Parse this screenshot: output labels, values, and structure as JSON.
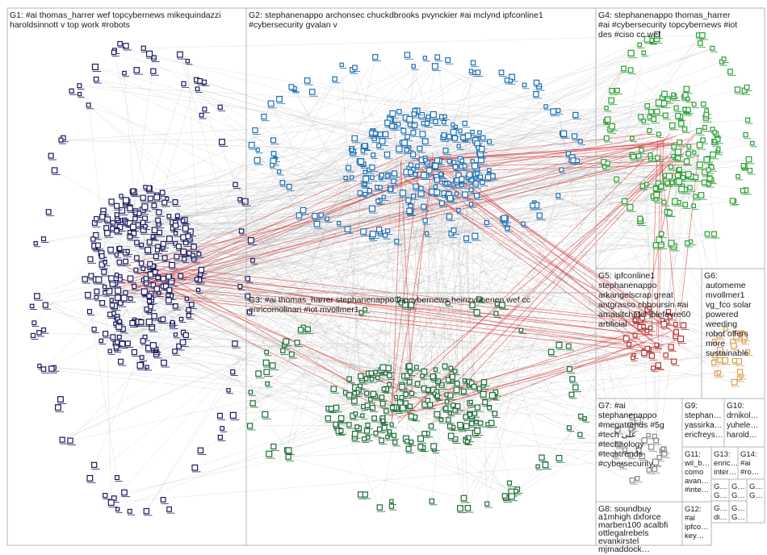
{
  "groups": [
    {
      "id": "G1",
      "lines": [
        "G1: #ai thomas_harrer wef topcybernews mikequindazzi",
        "haroldsinnott v top work #robots"
      ],
      "node_color": "#1c1c5e"
    },
    {
      "id": "G2",
      "lines": [
        "G2: stephanenappo archonsec chuckdbrooks pvynckier #ai mclynd ipfconline1",
        "#cybersecurity gvalan v"
      ],
      "node_color": "#1f6fb2"
    },
    {
      "id": "G3",
      "lines": [
        "G3: #ai thomas_harrer stephanenappo topcybernews heinzvhoenen wef cc",
        "enricomolinari #iot mvollmer1"
      ],
      "node_color": "#1f6b3a"
    },
    {
      "id": "G4",
      "lines": [
        "G4: stephanenappo thomas_harrer",
        "#ai #cybersecurity topcybernews #iot",
        "des #ciso cc wef"
      ],
      "node_color": "#2e9e3a"
    },
    {
      "id": "G5",
      "lines": [
        "G5: ipfconline1",
        "stephanenappo",
        "arkangelscrap great",
        "antgrasso chboursin #ai",
        "arnaultchatel jblefevre60",
        "artificial"
      ],
      "node_color": "#b23a3a"
    },
    {
      "id": "G6",
      "lines": [
        "G6:",
        "automeme",
        "mvollmer1",
        "vg_fco solar",
        "powered",
        "weeding",
        "robot offers",
        "more",
        "sustainable"
      ],
      "node_color": "#d9a25a"
    },
    {
      "id": "G7",
      "lines": [
        "G7: #ai",
        "stephanenappo",
        "#megatrends #5g",
        "#tech علی",
        "#technology",
        "#techtrends",
        "#cybersecurity…"
      ],
      "node_color": "#8a8a8a"
    },
    {
      "id": "G8",
      "lines": [
        "G8: soundbuy",
        "a1mhigh dxforce",
        "marben100 acalbfi",
        "ottlegalrebels",
        "evankirstel",
        "mjmaddock…"
      ],
      "node_color": "#7a7a7a"
    },
    {
      "id": "G9",
      "lines": [
        "G9:",
        "stephan…",
        "yassirka…",
        "ericfreys…"
      ],
      "node_color": "#e0c24a"
    },
    {
      "id": "G10",
      "lines": [
        "G10:",
        "drnikol…",
        "yuhele…",
        "harold…"
      ],
      "node_color": "#9a9a9a"
    },
    {
      "id": "G11",
      "lines": [
        "G11:",
        "wil_b…",
        "como",
        "avan…",
        "#inte…"
      ],
      "node_color": "#9a9a9a"
    },
    {
      "id": "G12",
      "lines": [
        "G12:",
        "#ai",
        "ipfco…",
        "key…"
      ],
      "node_color": "#9a9a9a"
    },
    {
      "id": "G13",
      "lines": [
        "G13:",
        "enric…",
        "inter…"
      ],
      "node_color": "#9a9a9a"
    },
    {
      "id": "G14",
      "lines": [
        "G14:",
        "#ai",
        "#ro…"
      ],
      "node_color": "#9a9a9a"
    },
    {
      "id": "G15",
      "lines": [
        "G…",
        "G…"
      ],
      "node_color": "#9a9a9a"
    },
    {
      "id": "G16",
      "lines": [
        "G…",
        "G…"
      ],
      "node_color": "#9a9a9a"
    },
    {
      "id": "G17",
      "lines": [
        "G…",
        "di…"
      ],
      "node_color": "#9a9a9a"
    },
    {
      "id": "G18",
      "lines": [
        "G…",
        "G…"
      ],
      "node_color": "#9a9a9a"
    },
    {
      "id": "G19",
      "lines": [
        "G…",
        "G…"
      ],
      "node_color": "#9a9a9a"
    }
  ],
  "colors": {
    "edge_gray": "#8c8c8c",
    "edge_red": "#d21e1e",
    "box_border": "#b4b4b4",
    "background": "#ffffff"
  }
}
